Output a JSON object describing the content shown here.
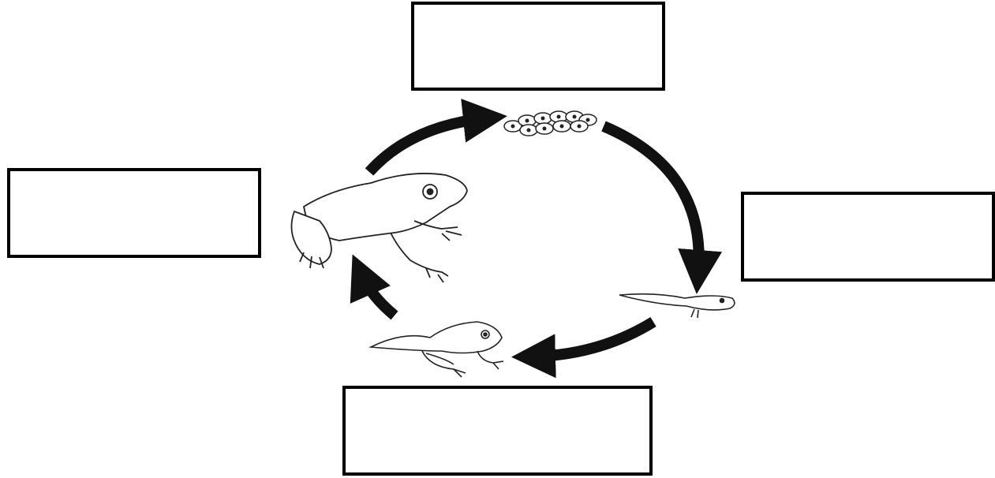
{
  "diagram": {
    "title": "",
    "stages": [
      {
        "id": "eggs",
        "icon": "frog-eggs-icon",
        "label": ""
      },
      {
        "id": "tadpole",
        "icon": "tadpole-icon",
        "label": ""
      },
      {
        "id": "froglet",
        "icon": "froglet-icon",
        "label": ""
      },
      {
        "id": "adult",
        "icon": "adult-frog-icon",
        "label": ""
      }
    ],
    "boxes": {
      "top": "",
      "right": "",
      "bottom": "",
      "left": ""
    },
    "colors": {
      "line": "#000000",
      "arrow": "#111111",
      "background": "#ffffff"
    }
  }
}
